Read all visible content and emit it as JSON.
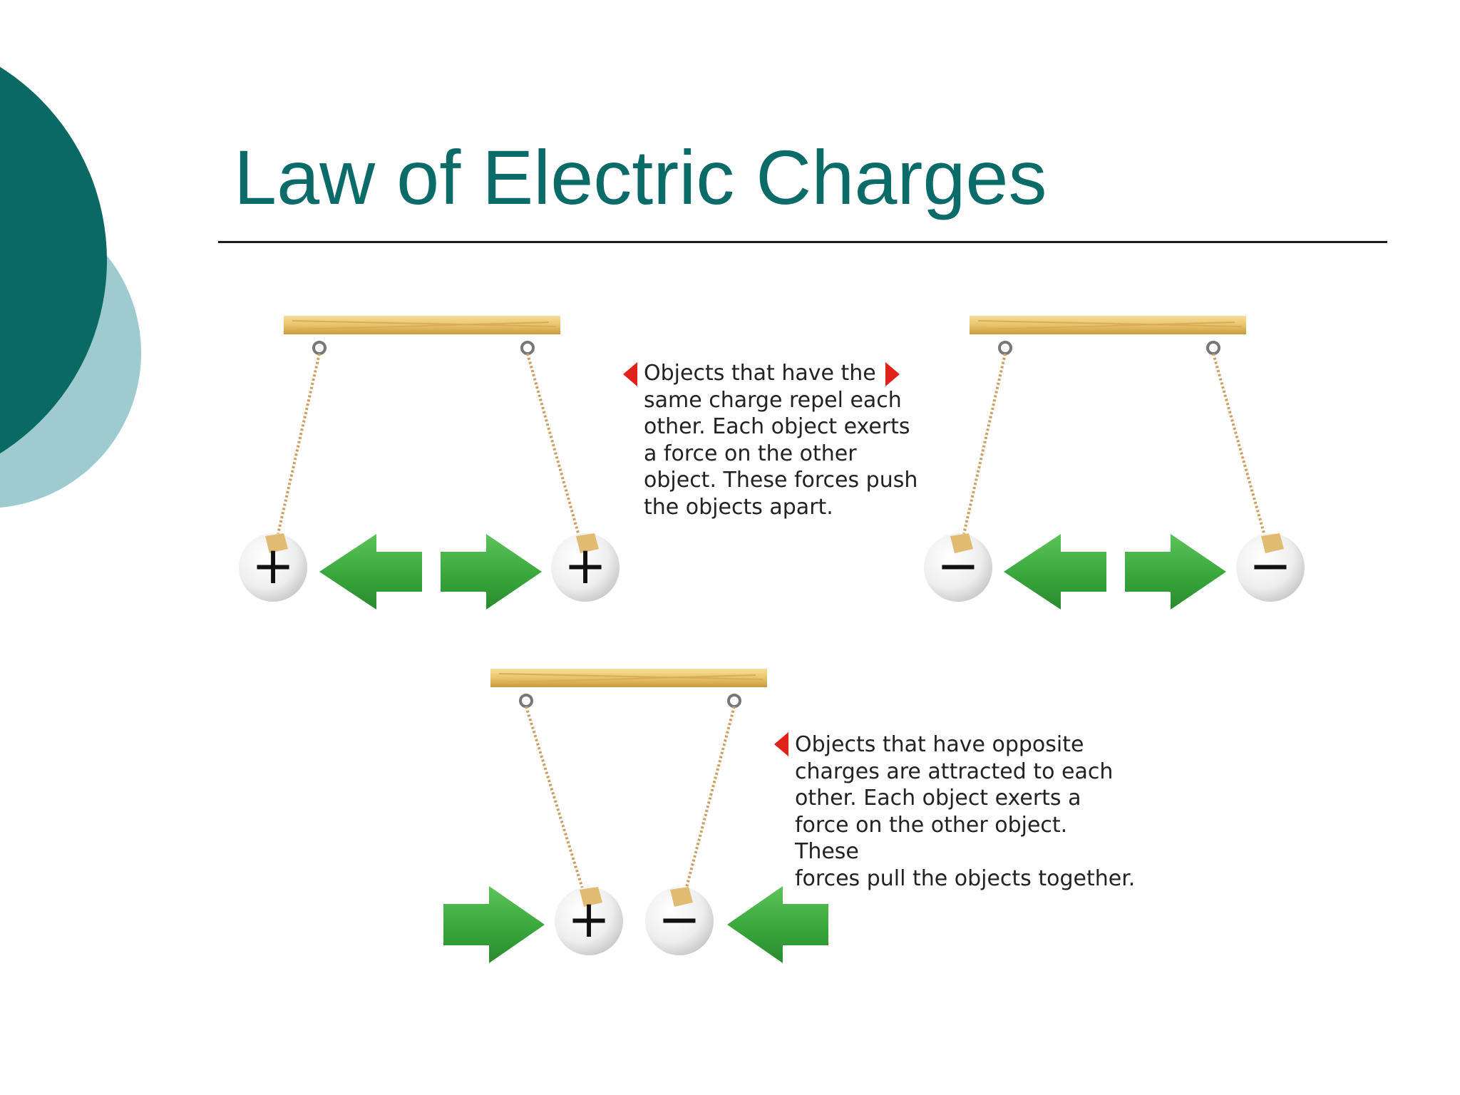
{
  "slide": {
    "title": "Law of Electric Charges"
  },
  "colors": {
    "title": "#0b6b68",
    "deco_dark": "#0b6964",
    "deco_light": "#9ecbcf",
    "arrow": "#3cab3f",
    "marker": "#e1221b"
  },
  "panels": [
    {
      "id": "repel-positive",
      "left_ball_sign": "+",
      "right_ball_sign": "+",
      "arrows": "outward"
    },
    {
      "id": "repel-negative",
      "left_ball_sign": "−",
      "right_ball_sign": "−",
      "arrows": "outward"
    },
    {
      "id": "attract",
      "left_ball_sign": "+",
      "right_ball_sign": "−",
      "arrows": "inward"
    }
  ],
  "captions": {
    "repel": "Objects that have the\nsame charge repel each\nother. Each object exerts\na force on the other\nobject. These forces push\nthe objects apart.",
    "attract": "Objects that have opposite\ncharges are attracted to each\nother. Each object exerts a\nforce on the other object. These\nforces pull the objects together."
  }
}
